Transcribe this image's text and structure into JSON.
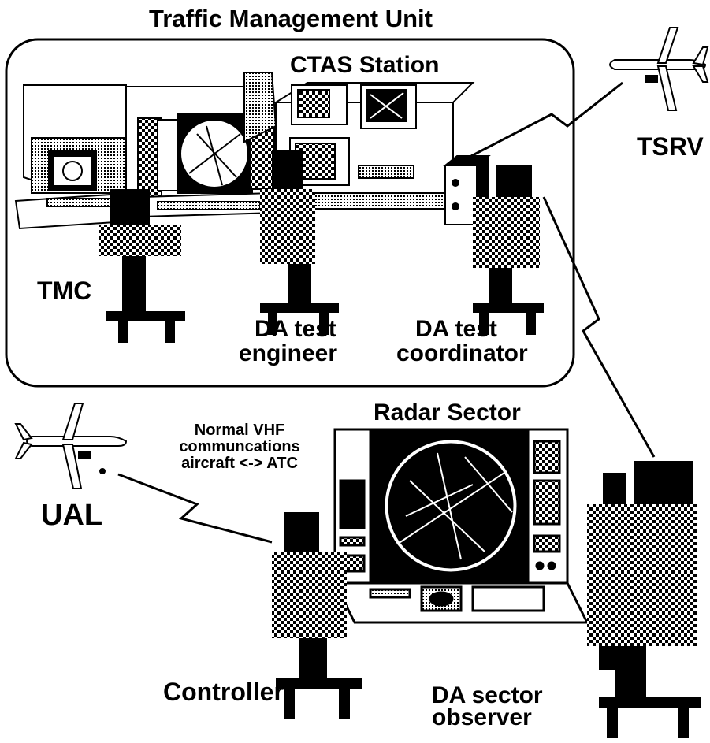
{
  "diagram": {
    "title": "Traffic Management Unit",
    "unit_station": "CTAS Station",
    "aircraft_right": "TSRV",
    "aircraft_left": "UAL",
    "role_tmc": "TMC",
    "role_engineer_line1": "DA test",
    "role_engineer_line2": "engineer",
    "role_coordinator_line1": "DA test",
    "role_coordinator_line2": "coordinator",
    "radar_sector": "Radar Sector",
    "vhf_line1": "Normal VHF",
    "vhf_line2": "communcations",
    "vhf_line3": "aircraft <-> ATC",
    "role_controller": "Controller",
    "role_observer_line1": "DA sector",
    "role_observer_line2": "observer"
  },
  "colors": {
    "ink": "#000000",
    "paper": "#ffffff",
    "shade": "#7a7a7a"
  }
}
